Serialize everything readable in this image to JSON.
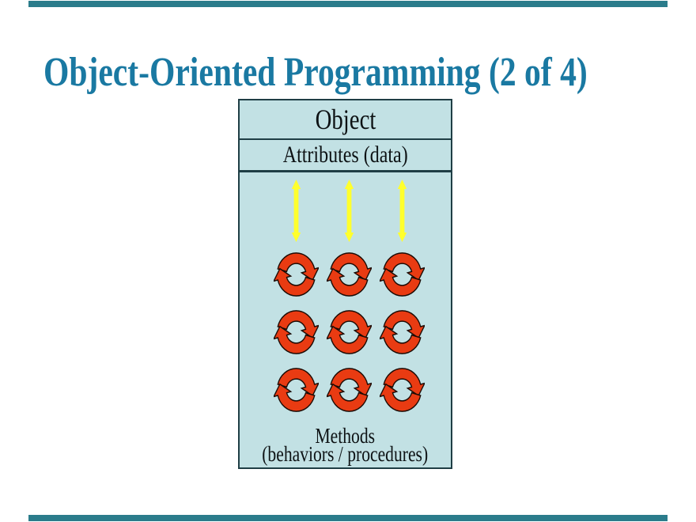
{
  "decor": {
    "bar_color": "#2B7C8B",
    "top_bar": "present",
    "bottom_bar": "present"
  },
  "title": {
    "text": "Object-Oriented Programming (2 of 4)",
    "color": "#1A79A2"
  },
  "object_box": {
    "header_label": "Object",
    "attributes_label": "Attributes (data)",
    "methods_label_line1": "Methods",
    "methods_label_line2": "(behaviors / procedures)",
    "fill_color": "#C2E1E4",
    "border_color": "#1F3E45",
    "data_flow_arrows": {
      "icon": "double-arrow-icon",
      "count": 3,
      "color": "#FFFF2D",
      "direction": "vertical-bidirectional"
    },
    "methods_icons": {
      "icon": "cycle-icon",
      "rows": 3,
      "cols": 3,
      "color": "#E93B12",
      "outline_color": "#1C0B05"
    }
  }
}
